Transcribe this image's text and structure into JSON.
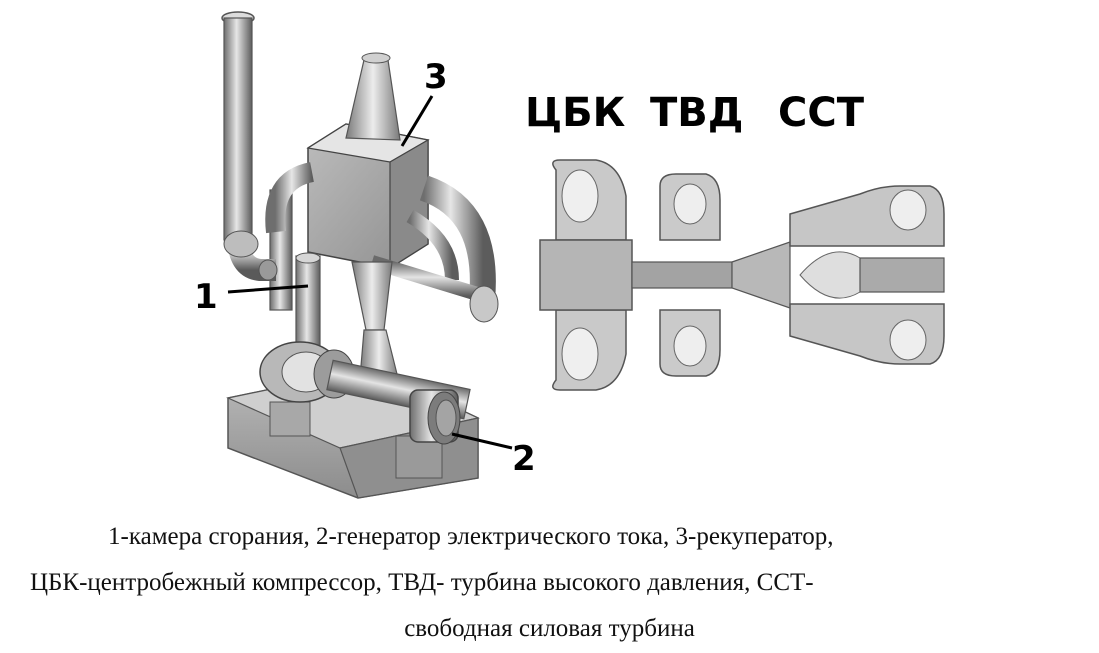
{
  "figure": {
    "callouts": {
      "one": "1",
      "two": "2",
      "three": "3"
    },
    "section_labels": {
      "cbk": "ЦБК",
      "tvd": "ТВД",
      "sst": "ССТ"
    }
  },
  "caption": {
    "line1": "1-камера сгорания, 2-генератор электрического тока, 3-рекуператор,",
    "line2": "ЦБК-центробежный компрессор, ТВД- турбина высокого давления, ССТ-",
    "line3": "свободная силовая турбина"
  },
  "colors": {
    "metal_light": "#d9d9d9",
    "metal_mid": "#a8a8a8",
    "metal_dark": "#5a5a5a",
    "section_cut": "#c4c4c4"
  }
}
